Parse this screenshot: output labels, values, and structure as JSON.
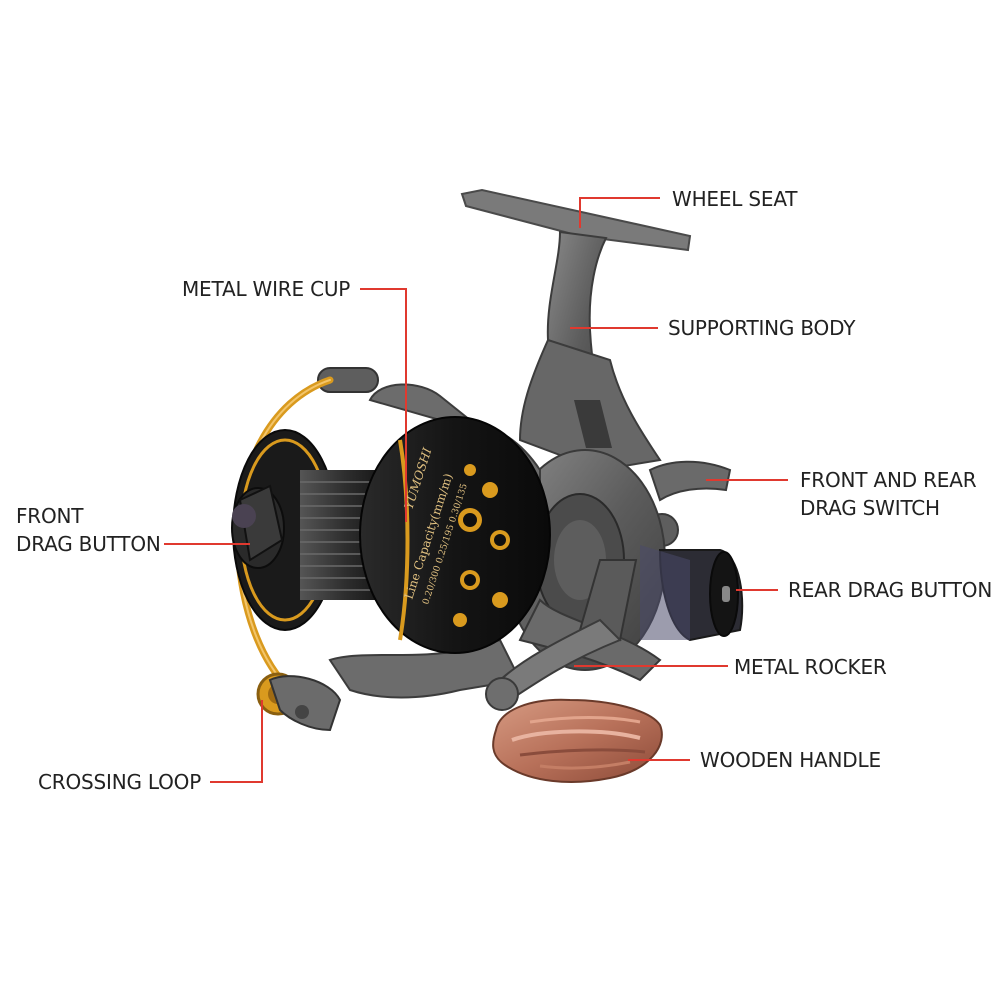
{
  "labels": {
    "wheel_seat": "WHEEL SEAT",
    "metal_wire_cup": "METAL WIRE CUP",
    "supporting_body": "SUPPORTING BODY",
    "front_rear_drag_switch": [
      "FRONT AND REAR",
      "DRAG SWITCH"
    ],
    "front_drag_button": [
      "FRONT",
      "DRAG BUTTON"
    ],
    "rear_drag_button": "REAR DRAG BUTTON",
    "metal_rocker": "METAL ROCKER",
    "wooden_handle": "WOODEN HANDLE",
    "crossing_loop": "CROSSING LOOP"
  },
  "spool_text": {
    "brand": "YUMOSHI",
    "capacity_title": "Line Capacity(mm/m)",
    "capacity_row1": "0.20/300  0.25/195  0.30/135"
  },
  "colors": {
    "leader_line": "#e0392f",
    "label_text": "#222222",
    "body_gray": "#6b6b6b",
    "spool_black": "#1c1c1c",
    "gold_accent": "#d99a1e",
    "wood": "#b8715a"
  },
  "icons": {
    "reel": "spinning-fishing-reel"
  }
}
